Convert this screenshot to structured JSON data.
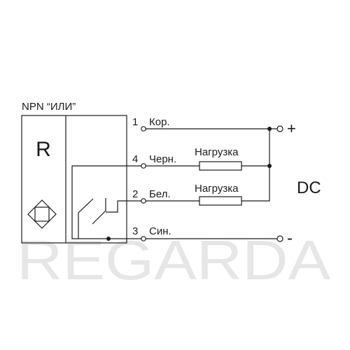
{
  "title": "NPN “ИЛИ”",
  "sensor_letter": "R",
  "terminals": [
    {
      "number": "1",
      "wire": "Кор."
    },
    {
      "number": "4",
      "wire": "Черн."
    },
    {
      "number": "2",
      "wire": "Бел."
    },
    {
      "number": "3",
      "wire": "Син."
    }
  ],
  "loads": [
    "Нагрузка",
    "Нагрузка"
  ],
  "supply": {
    "label": "DC",
    "plus": "+",
    "minus": "-"
  },
  "watermark": "REGARDA",
  "colors": {
    "line": "#1a1a1a",
    "watermark": "#e6e6e6"
  }
}
